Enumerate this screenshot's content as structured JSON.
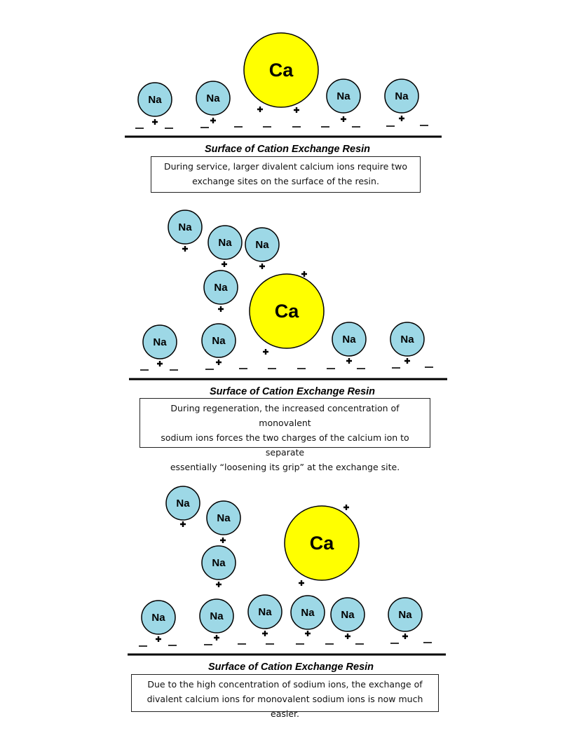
{
  "ion_labels": {
    "sodium": "Na",
    "calcium": "Ca"
  },
  "charges": {
    "positive": "+",
    "negative": "_"
  },
  "colors": {
    "sodium_fill": "#9dd8e6",
    "calcium_fill": "#ffff00",
    "outline": "#000000"
  },
  "panels": [
    {
      "surface_label": "Surface of Cation Exchange Resin",
      "caption_lines": [
        "During service, larger divalent calcium ions require two",
        "exchange sites on the surface of the resin."
      ]
    },
    {
      "surface_label": "Surface of Cation Exchange Resin",
      "caption_lines": [
        "During regeneration, the increased concentration of monovalent",
        "sodium ions forces the two charges of the calcium ion to separate",
        "essentially “loosening its grip” at the exchange site."
      ]
    },
    {
      "surface_label": "Surface of Cation Exchange Resin",
      "caption_lines": [
        "Due to the high concentration of sodium ions, the exchange of",
        "divalent calcium ions for monovalent sodium ions is now much easier."
      ]
    }
  ]
}
